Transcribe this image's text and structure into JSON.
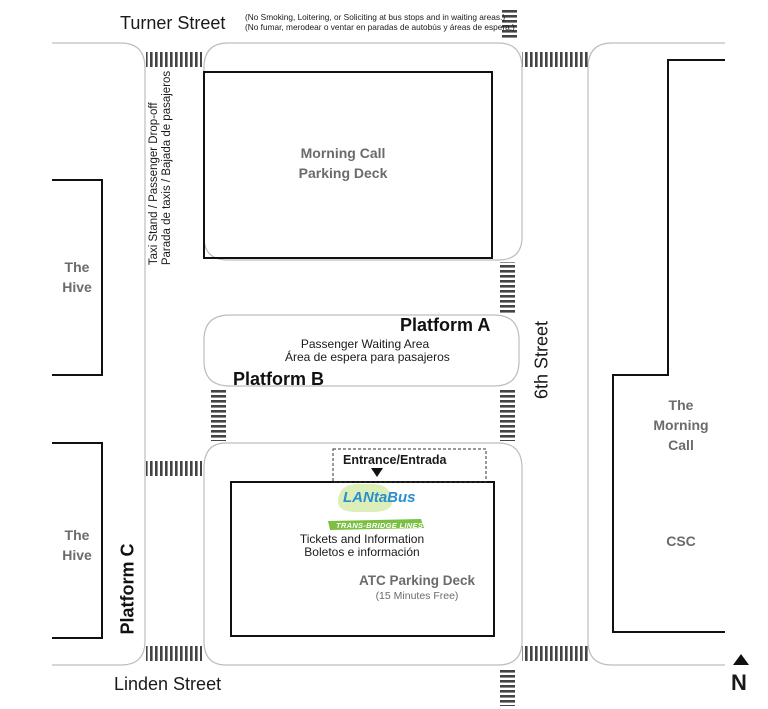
{
  "streets": {
    "turner": "Turner Street",
    "linden": "Linden Street",
    "sixth": "6th Street"
  },
  "notice": {
    "en": "(No Smoking, Loitering, or Soliciting at bus stops and in waiting areas.)",
    "es": "(No fumar, merodear o ventar en paradas de autobús y áreas de espera.)"
  },
  "taxi": {
    "en": "Taxi Stand / Passenger Drop-off",
    "es": "Parada de taxis / Bajada de pasajeros"
  },
  "buildings": {
    "morning_call_deck": [
      "Morning Call",
      "Parking Deck"
    ],
    "hive": [
      "The",
      "Hive"
    ],
    "morning_call": [
      "The",
      "Morning",
      "Call"
    ],
    "csc": "CSC",
    "atc_deck": "ATC Parking Deck",
    "atc_note": "(15 Minutes Free)"
  },
  "platforms": {
    "a": "Platform A",
    "b": "Platform B",
    "c": "Platform C"
  },
  "waiting": {
    "en": "Passenger Waiting Area",
    "es": "Área de espera para pasajeros"
  },
  "entrance": "Entrance/Entrada",
  "tickets": {
    "en": "Tickets and Information",
    "es": "Boletos e información"
  },
  "logo": {
    "lanta": "LANta",
    "bus": "Bus",
    "tbl": "TRANS-BRIDGE LINES"
  },
  "compass": "N",
  "colors": {
    "building_text": "#6b6b6b",
    "logo_blue": "#2a8fd0",
    "logo_green": "#7ac143"
  }
}
